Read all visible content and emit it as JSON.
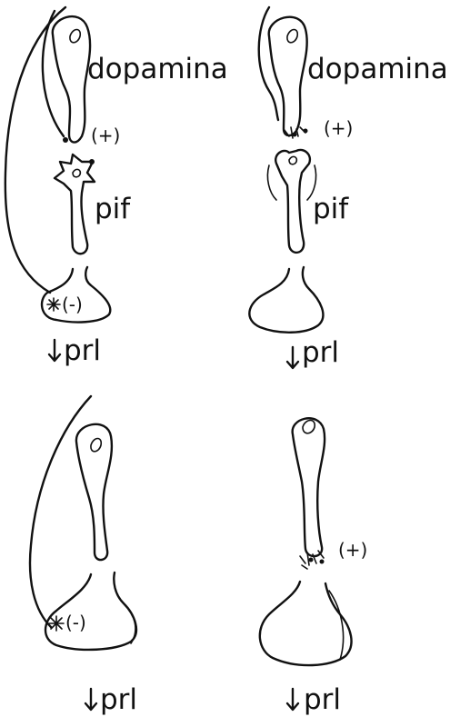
{
  "panels": {
    "top_left": {
      "neuron_label": "dopamina",
      "stimulus_sign": "(+)",
      "cell_label": "pif",
      "inhibition_sign": "(-)",
      "output_label": "prl"
    },
    "top_right": {
      "neuron_label": "dopamina",
      "stimulus_sign": "(+)",
      "cell_label": "pif",
      "output_label": "prl"
    },
    "bottom_left": {
      "inhibition_sign": "(-)",
      "output_label": "prl"
    },
    "bottom_right": {
      "stimulus_sign": "(+)",
      "output_label": "prl"
    }
  }
}
